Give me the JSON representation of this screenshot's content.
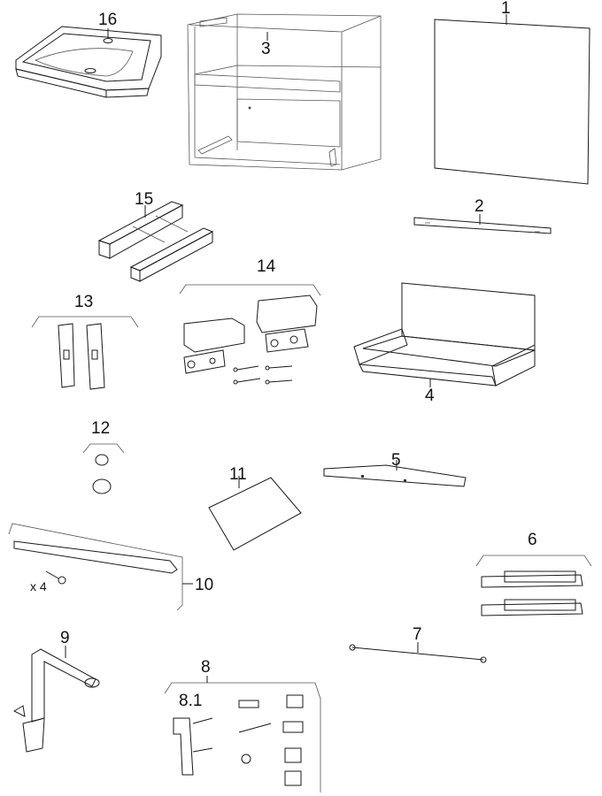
{
  "parts": {
    "p1": "1",
    "p2": "2",
    "p3": "3",
    "p4": "4",
    "p5": "5",
    "p6": "6",
    "p7": "7",
    "p8": "8",
    "p8_1": "8.1",
    "p9": "9",
    "p10": "10",
    "p10_qty": "x 4",
    "p11": "11",
    "p12": "12",
    "p13": "13",
    "p14": "14",
    "p15": "15",
    "p16": "16"
  },
  "colors": {
    "line": "#1a1a1a",
    "shade_light": "#e8e8e8",
    "shade_mid": "#c8c8c8",
    "shade_dark": "#8a8a8a",
    "board": "#bdbdbd"
  }
}
